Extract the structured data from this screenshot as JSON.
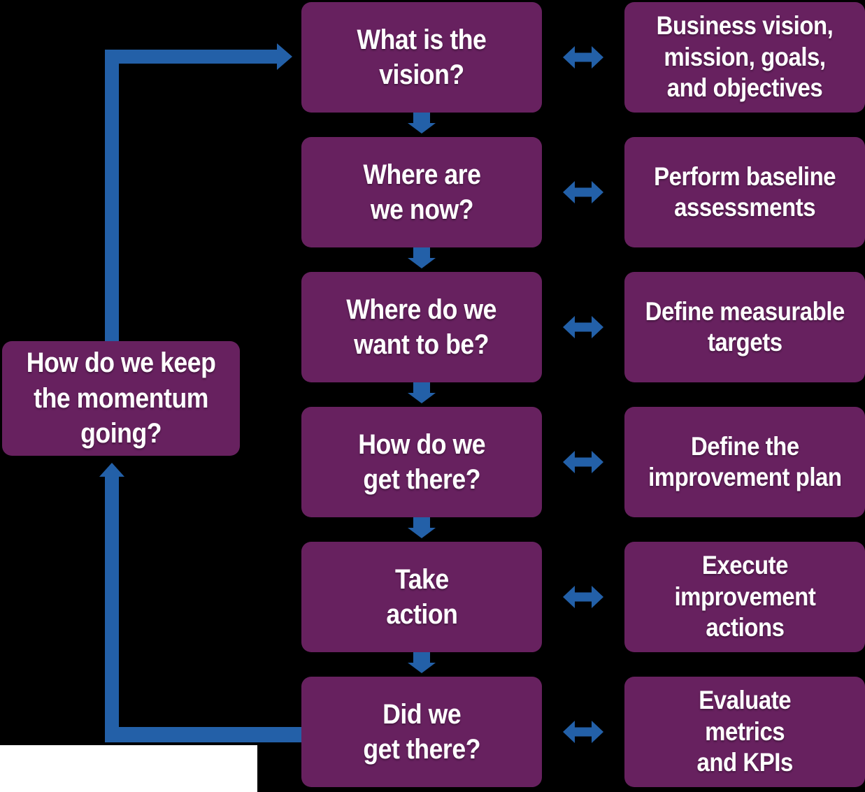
{
  "colors": {
    "background": "#000000",
    "box_fill": "#67215F",
    "arrow_blue": "#2360A8",
    "text": "#FFFFFF",
    "artifact_white": "#FFFFFF"
  },
  "loop_box": {
    "label": "How do we keep\nthe momentum\ngoing?"
  },
  "steps": [
    {
      "question": "What is the\nvision?",
      "activity": "Business vision,\nmission, goals,\nand objectives"
    },
    {
      "question": "Where are\nwe now?",
      "activity": "Perform baseline\nassessments"
    },
    {
      "question": "Where do we\nwant to be?",
      "activity": "Define measurable\ntargets"
    },
    {
      "question": "How do we\nget there?",
      "activity": "Define the\nimprovement plan"
    },
    {
      "question": "Take\naction",
      "activity": "Execute\nimprovement\nactions"
    },
    {
      "question": "Did we\nget there?",
      "activity": "Evaluate\nmetrics\nand KPIs"
    }
  ]
}
